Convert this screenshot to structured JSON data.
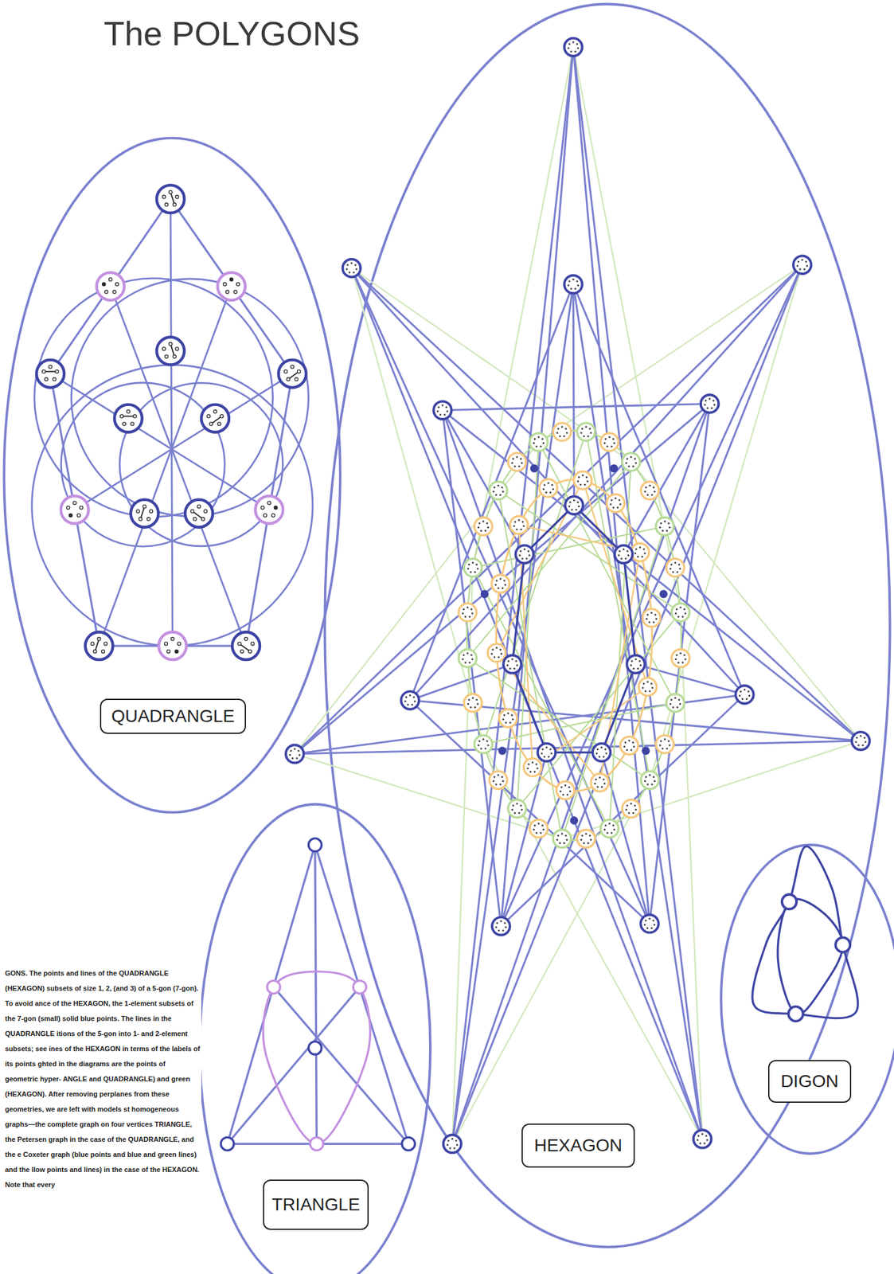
{
  "diagram": {
    "title": "The POLYGONS",
    "caption": "GONS. The points and lines of the QUADRANGLE (HEXAGON) subsets of size 1, 2, (and 3) of a 5-gon (7-gon). To avoid ance of the HEXAGON, the 1-element subsets of the 7-gon (small) solid blue points. The lines in the QUADRANGLE itions of the 5-gon into 1- and 2-element subsets; see ines of the HEXAGON in terms of the labels of its points ghted in the diagrams are the points of geometric hyper- ANGLE and QUADRANGLE) and green (HEXAGON). After removing perplanes from these geometries, we are left with models st homogeneous graphs—the complete graph on four vertices TRIANGLE, the Petersen graph in the case of the QUADRANGLE, and the e Coxeter graph (blue points and blue and green lines) and the llow points and lines) in the case of the HEXAGON. Note that every",
    "nodes": [
      {
        "text": [
          "QUADRANGLE"
        ]
      },
      {
        "text": [
          "DIGON"
        ]
      },
      {
        "text": [
          "HEXAGON"
        ]
      },
      {
        "text": [
          "TRIANGLE"
        ]
      }
    ]
  }
}
